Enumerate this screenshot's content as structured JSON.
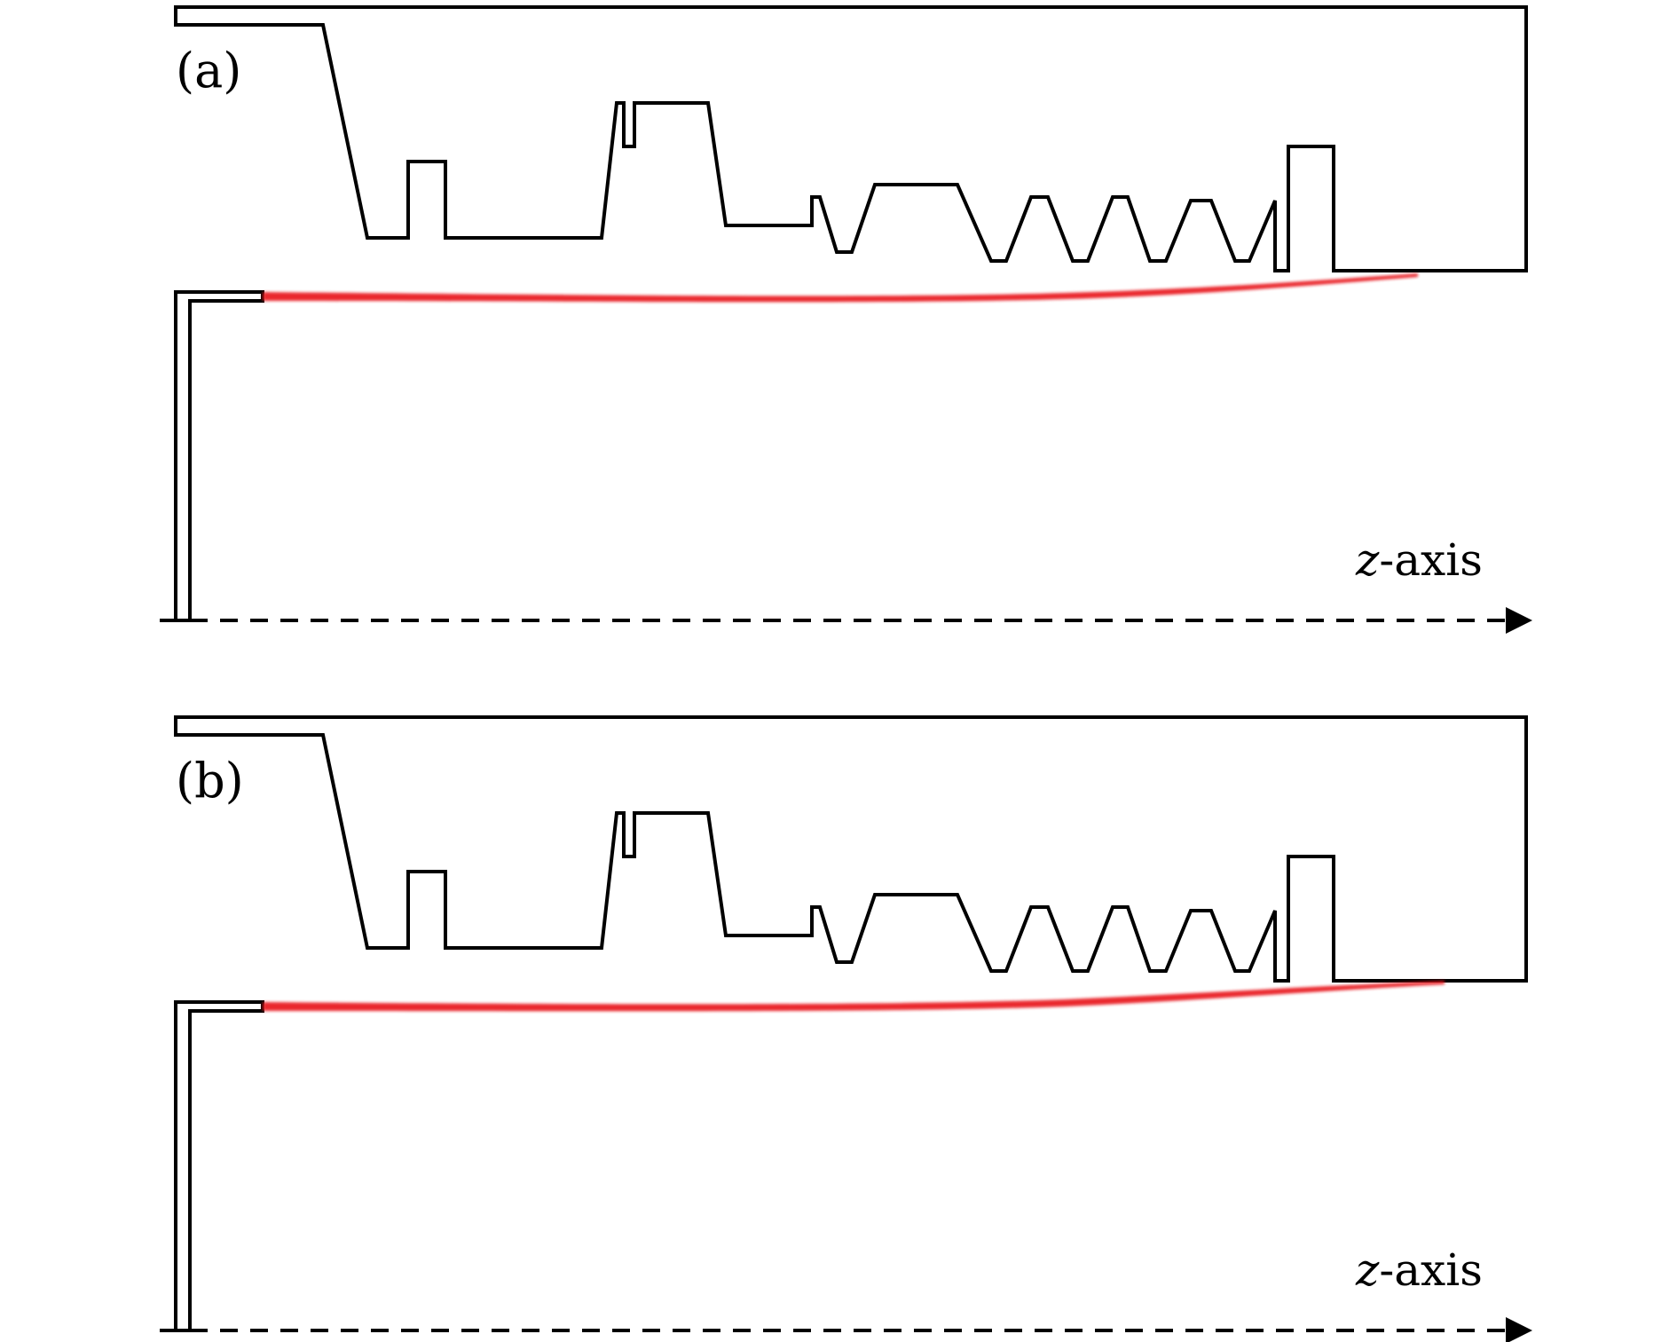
{
  "panels": [
    {
      "id": "a",
      "label": "(a)",
      "axis_variable": "z",
      "axis_suffix": "-axis"
    },
    {
      "id": "b",
      "label": "(b)",
      "axis_variable": "z",
      "axis_suffix": "-axis"
    }
  ],
  "colors": {
    "structure": "#000000",
    "beam": "#e8121c",
    "background": "#ffffff"
  }
}
